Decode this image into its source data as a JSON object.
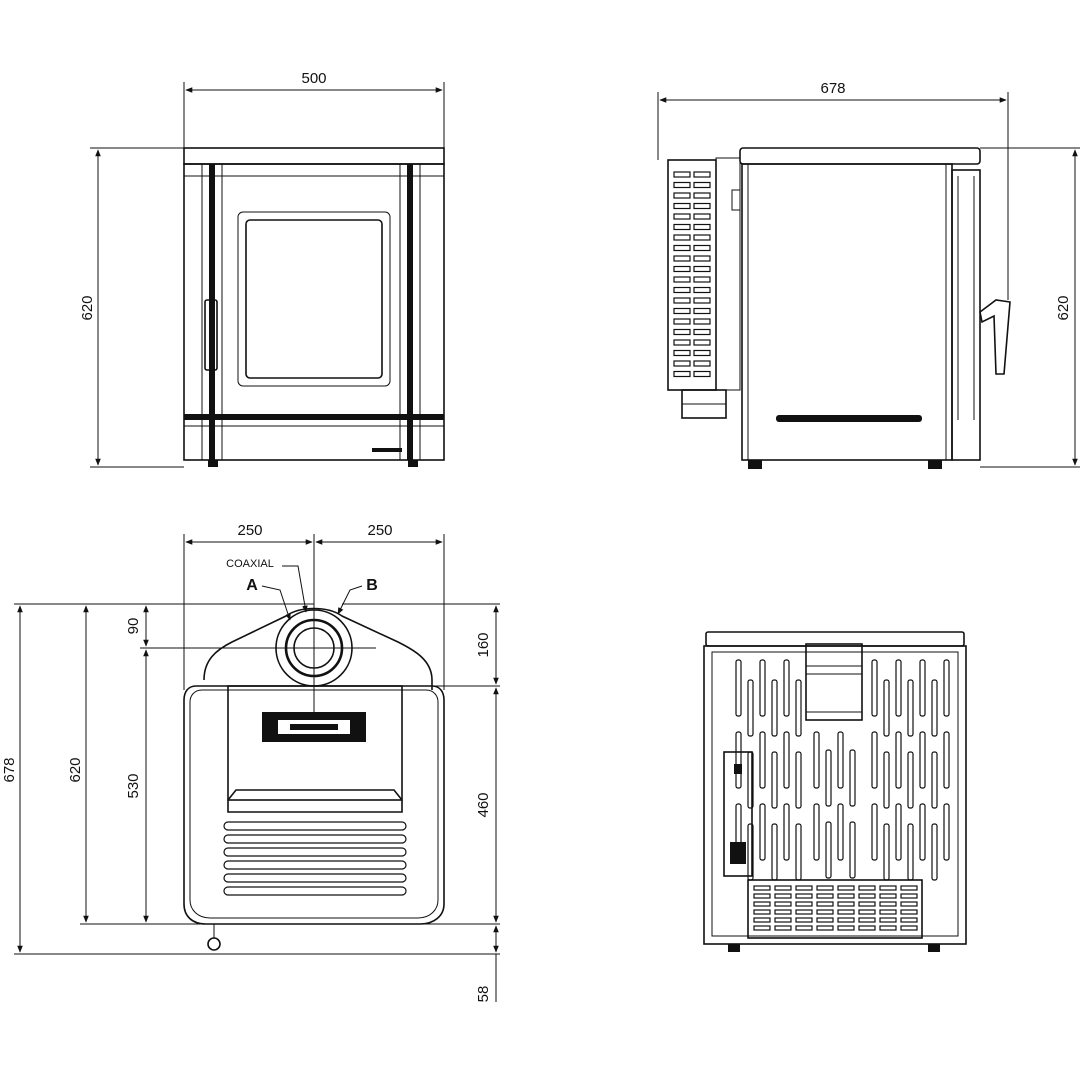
{
  "front_view": {
    "width_label": "500",
    "height_label": "620"
  },
  "side_view": {
    "depth_label": "678",
    "height_label": "620"
  },
  "top_view": {
    "left_offset_label": "250",
    "right_offset_label": "250",
    "coaxial_label": "COAXIAL",
    "label_a": "A",
    "label_b": "B",
    "overall_depth_label": "678",
    "body_depth_label": "620",
    "inner_depth_label": "530",
    "flue_offset_label": "90",
    "flue_height_label": "160",
    "body_height_label": "460",
    "base_label": "58"
  },
  "colors": {
    "line": "#111111",
    "background": "#ffffff"
  }
}
